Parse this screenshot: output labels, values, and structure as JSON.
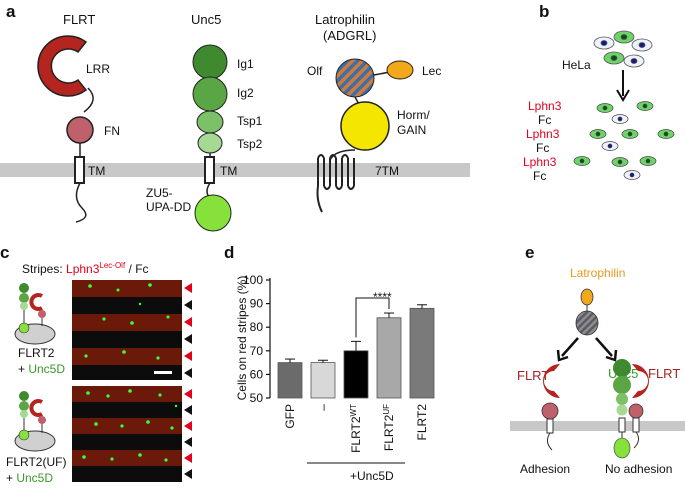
{
  "colors": {
    "flrt_red": "#b5251f",
    "fn_pink": "#c0606a",
    "unc5_green_dark": "#3f8a2f",
    "unc5_green_light": "#8fd07a",
    "zu5_lime": "#86e23a",
    "horm_yellow": "#f5e600",
    "lec_orange": "#f2a81b",
    "olf_stripe_blue": "#3b6fa8",
    "olf_stripe_orange": "#d37a3b",
    "membrane_gray": "#c8c8c8",
    "stripe_red": "#ff1a1a",
    "stripe_gray": "#606060",
    "label_red": "#e3001b",
    "label_green": "#3a9a2a",
    "latrophilin_orange": "#e69a1a"
  },
  "panel_a": {
    "label": "a",
    "flrt": {
      "title": "FLRT",
      "lrr": "LRR",
      "fn": "FN",
      "tm": "TM"
    },
    "unc5": {
      "title": "Unc5",
      "ig1": "Ig1",
      "ig2": "Ig2",
      "tsp1": "Tsp1",
      "tsp2": "Tsp2",
      "tm": "TM",
      "zu5_line1": "ZU5-",
      "zu5_line2": "UPA-DD"
    },
    "latrophilin": {
      "title_line1": "Latrophilin",
      "title_line2": "(ADGRL)",
      "olf": "Olf",
      "lec": "Lec",
      "horm_line1": "Horm/",
      "horm_line2": "GAIN",
      "tm": "7TM"
    }
  },
  "panel_b": {
    "label": "b",
    "cells_label": "HeLa",
    "stripe_labels": [
      {
        "text": "Lphn3",
        "kind": "red"
      },
      {
        "text": "Fc",
        "kind": "black"
      },
      {
        "text": "Lphn3",
        "kind": "red"
      },
      {
        "text": "Fc",
        "kind": "black"
      },
      {
        "text": "Lphn3",
        "kind": "red"
      },
      {
        "text": "Fc",
        "kind": "black"
      }
    ]
  },
  "panel_c": {
    "label": "c",
    "stripes_prefix": "Stripes: ",
    "stripes_red": "Lphn3",
    "stripes_sup": "Lec-Olf",
    "stripes_suffix": " / Fc",
    "row1_line1": "FLRT2",
    "row1_plus": "+ ",
    "row1_green": "Unc5D",
    "row2_line1": "FLRT2(UF)",
    "row2_plus": "+ ",
    "row2_green": "Unc5D"
  },
  "panel_d": {
    "label": "d",
    "significance": "****",
    "group_label": "+Unc5D",
    "ylabel": "Cells on red stripes (%)"
  },
  "chart_data": {
    "type": "bar",
    "categories": [
      "GFP",
      "–",
      "FLRT2WT",
      "FLRT2UF",
      "FLRT2"
    ],
    "category_display": [
      {
        "main": "GFP",
        "sup": ""
      },
      {
        "main": "–",
        "sup": ""
      },
      {
        "main": "FLRT2",
        "sup": "WT"
      },
      {
        "main": "FLRT2",
        "sup": "UF"
      },
      {
        "main": "FLRT2",
        "sup": ""
      }
    ],
    "values": [
      65,
      65,
      70,
      84,
      88
    ],
    "errors": [
      1.5,
      1.0,
      4.0,
      2.0,
      1.5
    ],
    "bar_colors": [
      "#6b6b6b",
      "#d8d8d8",
      "#000000",
      "#a8a8a8",
      "#7a7a7a"
    ],
    "ylabel": "Cells on red stripes (%)",
    "ylim": [
      50,
      100
    ],
    "yticks": [
      "50",
      "60",
      "70",
      "80",
      "90",
      "100"
    ]
  },
  "panel_e": {
    "label": "e",
    "latrophilin": "Latrophilin",
    "flrt_left": "FLRT",
    "unc5": "Unc5",
    "flrt_right": "FLRT",
    "adhesion": "Adhesion",
    "no_adhesion": "No adhesion"
  }
}
